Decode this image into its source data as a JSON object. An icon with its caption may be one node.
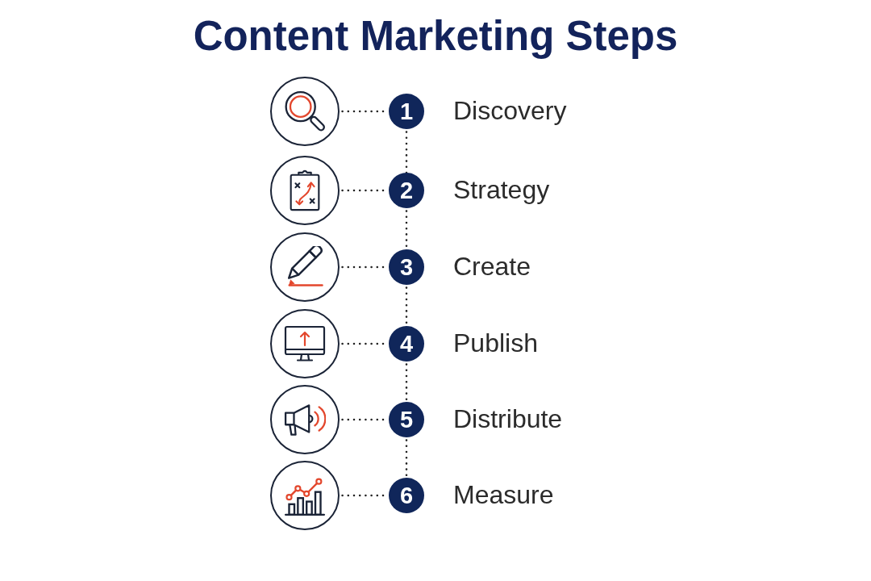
{
  "diagram": {
    "title": "Content Marketing Steps",
    "nodes": [
      {
        "text": [],
        "shape": "picture"
      },
      {
        "text": [
          "1"
        ],
        "beside": [
          "Discovery"
        ]
      },
      {
        "text": [],
        "shape": "picture"
      },
      {
        "text": [
          "2"
        ],
        "beside": [
          "Strategy"
        ]
      },
      {
        "text": [],
        "shape": "picture"
      },
      {
        "text": [
          "3"
        ],
        "beside": [
          "Create"
        ]
      },
      {
        "text": [],
        "shape": "picture"
      },
      {
        "text": [
          "4"
        ],
        "beside": [
          "Publish"
        ]
      },
      {
        "text": [],
        "shape": "picture"
      },
      {
        "text": [
          "5"
        ],
        "beside": [
          "Distribute"
        ]
      },
      {
        "text": [],
        "shape": "picture"
      },
      {
        "text": [
          "6"
        ],
        "beside": [
          "Measure"
        ]
      }
    ],
    "edges": [
      {
        "from": 0,
        "to": 1,
        "arrow": "none",
        "style": "dashed"
      },
      {
        "from": 1,
        "to": 3,
        "arrow": "none",
        "style": "dashed"
      },
      {
        "from": 2,
        "to": 3,
        "arrow": "none",
        "style": "dashed"
      },
      {
        "from": 3,
        "to": 5,
        "arrow": "none",
        "style": "dashed"
      },
      {
        "from": 4,
        "to": 5,
        "arrow": "none",
        "style": "dashed"
      },
      {
        "from": 5,
        "to": 7,
        "arrow": "none",
        "style": "dashed"
      },
      {
        "from": 6,
        "to": 7,
        "arrow": "none",
        "style": "dashed"
      },
      {
        "from": 7,
        "to": 9,
        "arrow": "none",
        "style": "dashed"
      },
      {
        "from": 8,
        "to": 9,
        "arrow": "none",
        "style": "dashed"
      },
      {
        "from": 9,
        "to": 11,
        "arrow": "none",
        "style": "dashed"
      },
      {
        "from": 10,
        "to": 11,
        "arrow": "none",
        "style": "dashed"
      }
    ]
  }
}
